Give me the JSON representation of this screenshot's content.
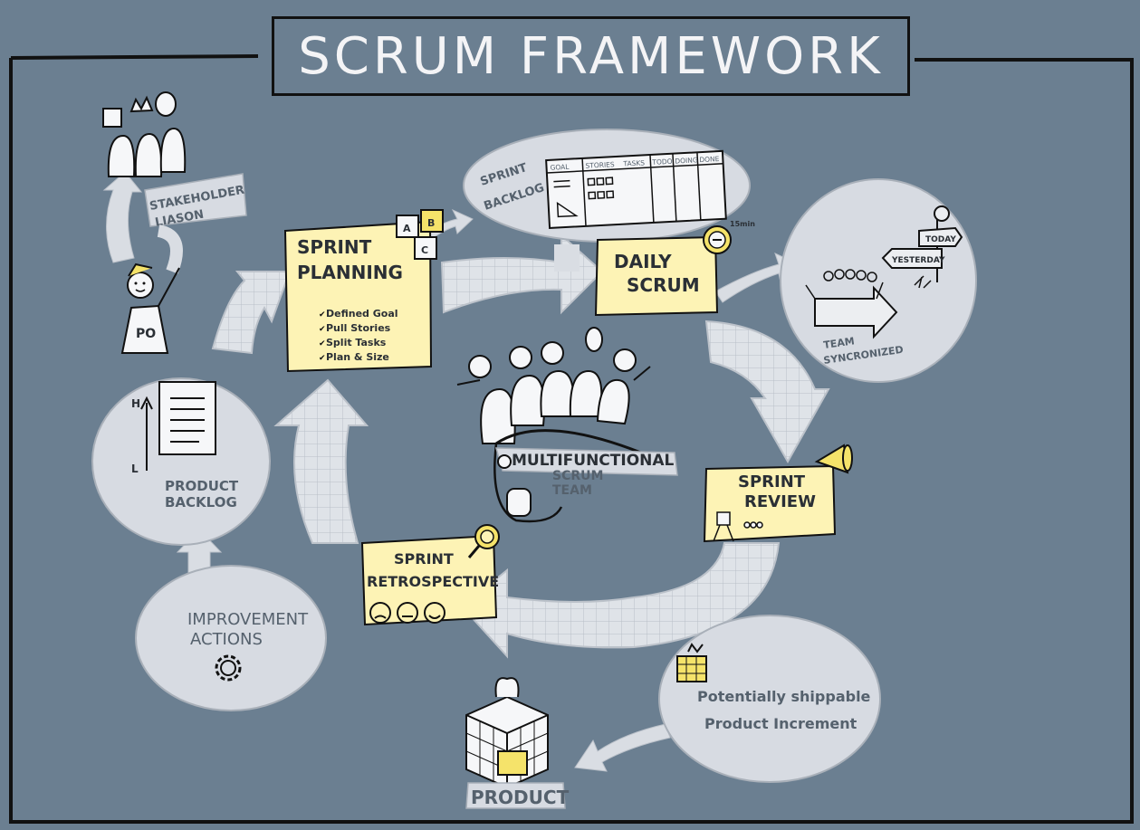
{
  "title": "SCRUM FRAMEWORK",
  "stakeholder": {
    "label_line1": "STAKEHOLDER",
    "label_line2": "LIASON"
  },
  "po_badge": "PO",
  "sprint_backlog": {
    "label_line1": "SPRINT",
    "label_line2": "BACKLOG",
    "board_columns": [
      "GOAL",
      "STORIES",
      "TASKS",
      "TODO",
      "DOING",
      "DONE"
    ]
  },
  "timebox": "15min",
  "sprint_planning": {
    "title_line1": "SPRINT",
    "title_line2": "PLANNING",
    "items": [
      "Defined Goal",
      "Pull Stories",
      "Split Tasks",
      "Plan & Size"
    ],
    "puzzle_letters": [
      "A",
      "B",
      "C"
    ]
  },
  "daily_scrum": {
    "title_line1": "DAILY",
    "title_line2": "SCRUM"
  },
  "team_sync": {
    "label_line1": "TEAM",
    "label_line2": "SYNCRONIZED",
    "sign_today": "TODAY",
    "sign_yesterday": "YESTERDAY"
  },
  "product_backlog": {
    "label_line1": "PRODUCT",
    "label_line2": "BACKLOG",
    "axis_high": "H",
    "axis_low": "L"
  },
  "team": {
    "line1": "MULTIFUNCTIONAL",
    "line2": "SCRUM",
    "line3": "TEAM"
  },
  "sprint_review": {
    "title_line1": "SPRINT",
    "title_line2": "REVIEW"
  },
  "retrospective": {
    "title_line1": "SPRINT",
    "title_line2": "RETROSPECTIVE"
  },
  "improvement": {
    "line1": "IMPROVEMENT",
    "line2": "ACTIONS"
  },
  "increment": {
    "line1": "Potentially shippable",
    "line2": "Product Increment"
  },
  "product": "PRODUCT",
  "colors": {
    "background": "#6b7f91",
    "bubble": "#d7dbe2",
    "sticky": "#fdf3b5",
    "arrow": "#d9dde3",
    "ink": "#111111",
    "accent_yellow": "#f5e36a"
  }
}
